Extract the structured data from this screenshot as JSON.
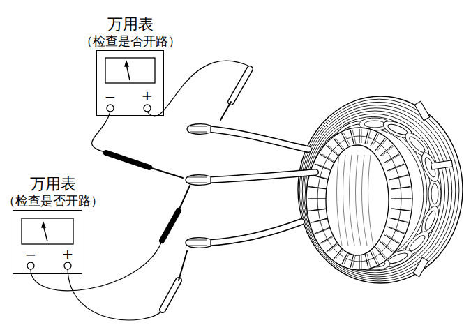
{
  "diagram": {
    "nodes": [
      {
        "text": [
          "万用表",
          "（检查是否开路）"
        ]
      },
      {
        "text": [
          "万用表",
          "（检查是否开路）"
        ]
      }
    ],
    "labels": [
      "−",
      "+",
      "−",
      "+"
    ]
  }
}
